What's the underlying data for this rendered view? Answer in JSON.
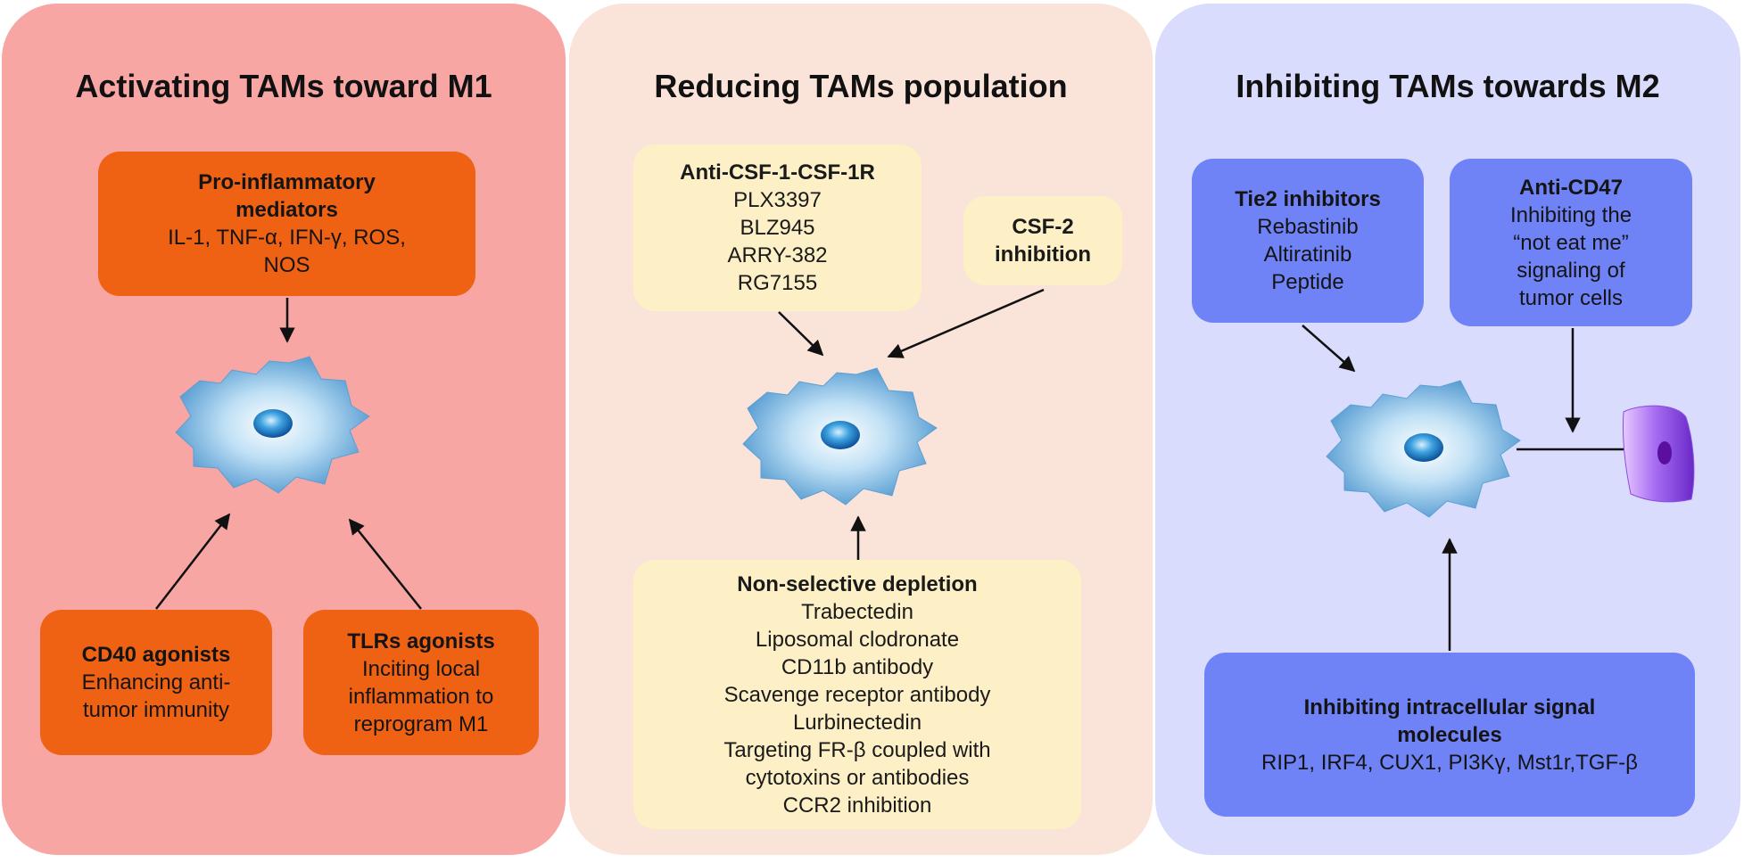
{
  "colors": {
    "panel_left": "#f7a6a4",
    "panel_mid": "#fae3d8",
    "panel_right": "#d9dcfc",
    "orange_box": "#ef6213",
    "cream_box": "#fdf0c6",
    "blue_box": "#6f83f7"
  },
  "left": {
    "title": "Activating TAMs toward M1",
    "pro": {
      "heading_line1": "Pro-inflammatory",
      "heading_line2": "mediators",
      "line1": "IL-1,   TNF-α,   IFN-γ, ROS,",
      "line2": "NOS"
    },
    "cd40": {
      "heading": "CD40 agonists",
      "line1": "Enhancing anti-",
      "line2": "tumor immunity"
    },
    "tlr": {
      "heading": "TLRs agonists",
      "line1": "Inciting local",
      "line2": "inflammation to",
      "line3": "reprogram M1"
    }
  },
  "middle": {
    "title": "Reducing TAMs population",
    "csf1": {
      "heading": "Anti-CSF-1-CSF-1R",
      "items": [
        "PLX3397",
        "BLZ945",
        "ARRY-382",
        "RG7155"
      ]
    },
    "csf2": {
      "line1": "CSF-2",
      "line2": "inhibition"
    },
    "nonselective": {
      "heading": "Non-selective depletion",
      "items": [
        "Trabectedin",
        "Liposomal clodronate",
        "CD11b antibody",
        "Scavenge receptor antibody",
        "Lurbinectedin",
        "Targeting FR-β coupled with",
        "cytotoxins or antibodies",
        "CCR2 inhibition"
      ]
    }
  },
  "right": {
    "title": "Inhibiting TAMs towards M2",
    "tie2": {
      "heading": "Tie2 inhibitors",
      "items": [
        "Rebastinib",
        "Altiratinib",
        "Peptide"
      ]
    },
    "cd47": {
      "heading": "Anti-CD47",
      "line1": "Inhibiting the",
      "line2": "“not eat me”",
      "line3": "signaling of",
      "line4": "tumor cells"
    },
    "intracellular": {
      "heading_line1": "Inhibiting intracellular signal",
      "heading_line2": "molecules",
      "line1": "RIP1, IRF4, CUX1, PI3Kγ, Mst1r,TGF-β"
    }
  }
}
